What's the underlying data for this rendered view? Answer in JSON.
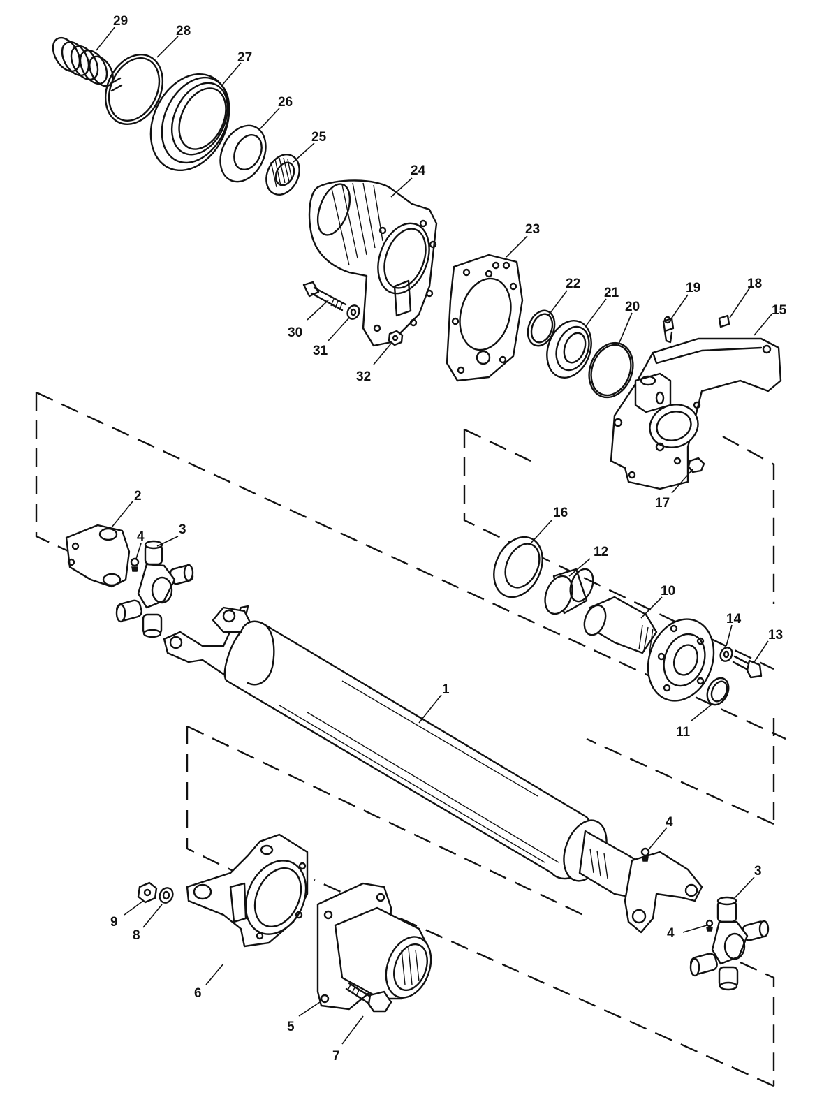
{
  "callouts": [
    {
      "id": "29",
      "label": "29"
    },
    {
      "id": "28",
      "label": "28"
    },
    {
      "id": "27",
      "label": "27"
    },
    {
      "id": "26",
      "label": "26"
    },
    {
      "id": "25",
      "label": "25"
    },
    {
      "id": "24",
      "label": "24"
    },
    {
      "id": "23",
      "label": "23"
    },
    {
      "id": "22",
      "label": "22"
    },
    {
      "id": "21",
      "label": "21"
    },
    {
      "id": "20",
      "label": "20"
    },
    {
      "id": "19",
      "label": "19"
    },
    {
      "id": "18",
      "label": "18"
    },
    {
      "id": "15",
      "label": "15"
    },
    {
      "id": "30",
      "label": "30"
    },
    {
      "id": "31",
      "label": "31"
    },
    {
      "id": "32",
      "label": "32"
    },
    {
      "id": "17",
      "label": "17"
    },
    {
      "id": "2",
      "label": "2"
    },
    {
      "id": "4a",
      "label": "4"
    },
    {
      "id": "3a",
      "label": "3"
    },
    {
      "id": "16",
      "label": "16"
    },
    {
      "id": "12",
      "label": "12"
    },
    {
      "id": "10",
      "label": "10"
    },
    {
      "id": "14",
      "label": "14"
    },
    {
      "id": "13",
      "label": "13"
    },
    {
      "id": "1",
      "label": "1"
    },
    {
      "id": "11",
      "label": "11"
    },
    {
      "id": "4b",
      "label": "4"
    },
    {
      "id": "3b",
      "label": "3"
    },
    {
      "id": "4c",
      "label": "4"
    },
    {
      "id": "9",
      "label": "9"
    },
    {
      "id": "8",
      "label": "8"
    },
    {
      "id": "6",
      "label": "6"
    },
    {
      "id": "5",
      "label": "5"
    },
    {
      "id": "7",
      "label": "7"
    }
  ]
}
